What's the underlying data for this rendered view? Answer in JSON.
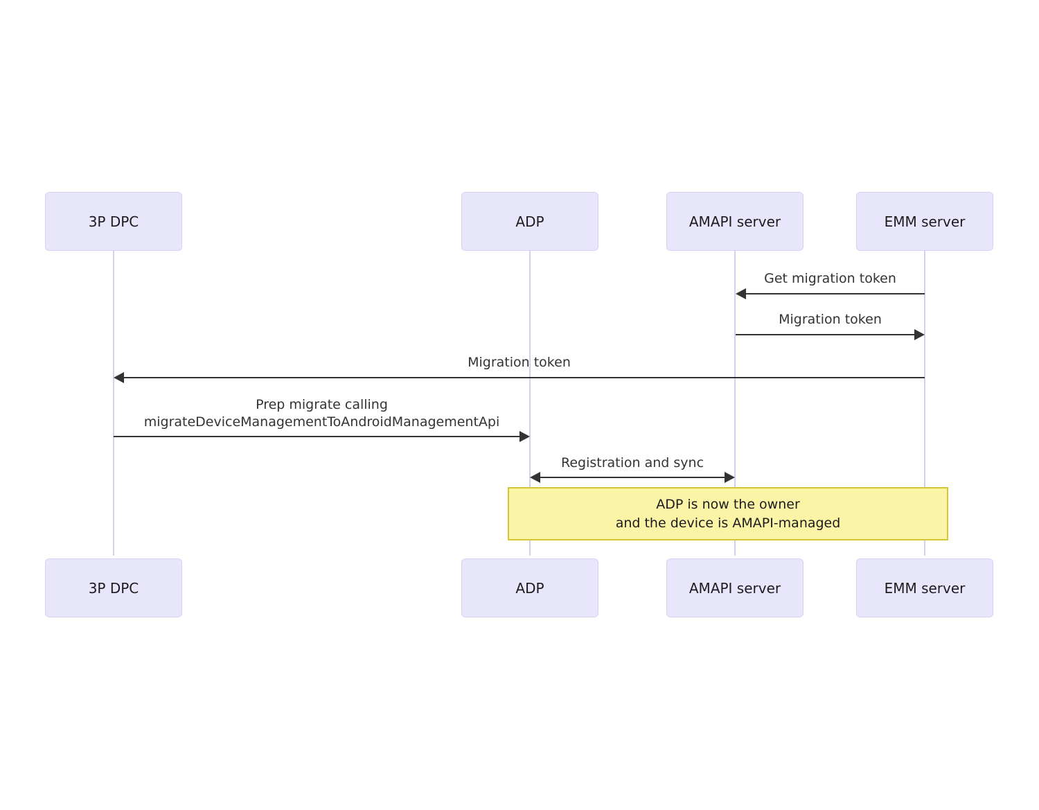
{
  "diagram": {
    "type": "sequence-diagram",
    "colors": {
      "participant_fill": "#e8e6fb",
      "participant_border": "#d6d1f5",
      "lifeline": "#d4cdf4",
      "arrow": "#333333",
      "note_fill": "#fbf4a7",
      "note_border": "#d3c732",
      "background": "#ffffff",
      "text": "#333333"
    },
    "participants": [
      {
        "id": "dpc",
        "label": "3P DPC"
      },
      {
        "id": "adp",
        "label": "ADP"
      },
      {
        "id": "amapi",
        "label": "AMAPI server"
      },
      {
        "id": "emm",
        "label": "EMM server"
      }
    ],
    "participants_bottom": [
      {
        "id": "dpc",
        "label": "3P DPC"
      },
      {
        "id": "adp",
        "label": "ADP"
      },
      {
        "id": "amapi",
        "label": "AMAPI server"
      },
      {
        "id": "emm",
        "label": "EMM server"
      }
    ],
    "messages": [
      {
        "id": "m1",
        "label": "Get migration token",
        "from": "emm",
        "to": "amapi",
        "direction": "left"
      },
      {
        "id": "m2",
        "label": "Migration token",
        "from": "amapi",
        "to": "emm",
        "direction": "right"
      },
      {
        "id": "m3",
        "label": "Migration token",
        "from": "emm",
        "to": "dpc",
        "direction": "left"
      },
      {
        "id": "m4",
        "label_line1": "Prep migrate calling",
        "label_line2": "migrateDeviceManagementToAndroidManagementApi",
        "from": "dpc",
        "to": "adp",
        "direction": "right"
      },
      {
        "id": "m5",
        "label": "Registration and sync",
        "from": "adp",
        "to": "amapi",
        "direction": "both"
      }
    ],
    "note": {
      "text": "ADP is now the owner\nand the device is AMAPI-managed",
      "spans_from": "adp",
      "spans_to": "emm"
    }
  }
}
